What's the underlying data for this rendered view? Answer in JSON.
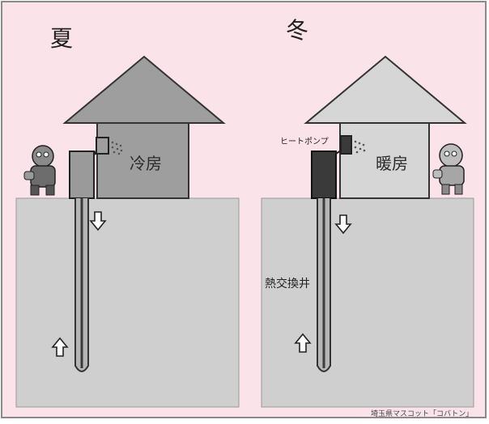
{
  "summer": {
    "season_label": "夏",
    "room_label": "冷房"
  },
  "winter": {
    "season_label": "冬",
    "room_label": "暖房",
    "heat_pump_label": "ヒートポンプ",
    "well_label": "熱交換井"
  },
  "credit": "埼玉県マスコット「コバトン」",
  "colors": {
    "background": "#fbe3ea",
    "ground": "#cfcfcf",
    "summer_house": "#9e9e9e",
    "winter_house": "#d6d6d6",
    "heat_pump_summer": "#9a9a9a",
    "heat_pump_winter": "#3a3a3a"
  },
  "icons": [
    "down-arrow-icon",
    "up-arrow-icon",
    "mascot-icon",
    "airflow-icon"
  ]
}
